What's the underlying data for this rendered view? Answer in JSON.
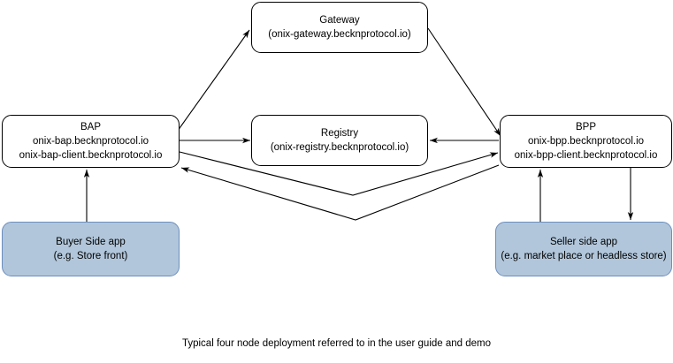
{
  "diagram": {
    "caption": "Typical four node deployment referred to in the user guide and demo",
    "nodes": {
      "gateway": {
        "title": "Gateway",
        "subtitle": "(onix-gateway.becknprotocol.io)",
        "fill": "#ffffff",
        "stroke": "#000000"
      },
      "bap": {
        "title": "BAP",
        "line2": "onix-bap.becknprotocol.io",
        "line3": "onix-bap-client.becknprotocol.io",
        "fill": "#ffffff",
        "stroke": "#000000"
      },
      "registry": {
        "title": "Registry",
        "subtitle": "(onix-registry.becknprotocol.io)",
        "fill": "#ffffff",
        "stroke": "#000000"
      },
      "bpp": {
        "title": "BPP",
        "line2": "onix-bpp.becknprotocol.io",
        "line3": "onix-bpp-client.becknprotocol.io",
        "fill": "#ffffff",
        "stroke": "#000000"
      },
      "buyer_app": {
        "title": "Buyer Side app",
        "subtitle": "(e.g. Store front)",
        "fill": "#b1c6da",
        "stroke": "#6c8ebf"
      },
      "seller_app": {
        "title": "Seller side app",
        "subtitle": "(e.g. market place or headless store)",
        "fill": "#b1c6da",
        "stroke": "#6c8ebf"
      }
    },
    "edges": [
      {
        "name": "bap-to-gateway",
        "from": "bap",
        "to": "gateway",
        "style": "diagonal",
        "arrow": "end"
      },
      {
        "name": "gateway-to-bpp",
        "from": "gateway",
        "to": "bpp",
        "style": "diagonal",
        "arrow": "end"
      },
      {
        "name": "bap-to-registry",
        "from": "bap",
        "to": "registry",
        "style": "straight",
        "arrow": "end"
      },
      {
        "name": "bpp-to-registry",
        "from": "bpp",
        "to": "registry",
        "style": "straight",
        "arrow": "end"
      },
      {
        "name": "bap-to-bpp",
        "from": "bap",
        "to": "bpp",
        "style": "vee",
        "arrow": "end"
      },
      {
        "name": "bpp-to-bap",
        "from": "bpp",
        "to": "bap",
        "style": "vee",
        "arrow": "end"
      },
      {
        "name": "buyer-to-bap",
        "from": "buyer_app",
        "to": "bap",
        "style": "straight",
        "arrow": "end"
      },
      {
        "name": "seller-to-bpp",
        "from": "seller_app",
        "to": "bpp",
        "style": "straight",
        "arrow": "end"
      },
      {
        "name": "bpp-to-seller",
        "from": "bpp",
        "to": "seller_app",
        "style": "straight",
        "arrow": "end"
      }
    ]
  }
}
